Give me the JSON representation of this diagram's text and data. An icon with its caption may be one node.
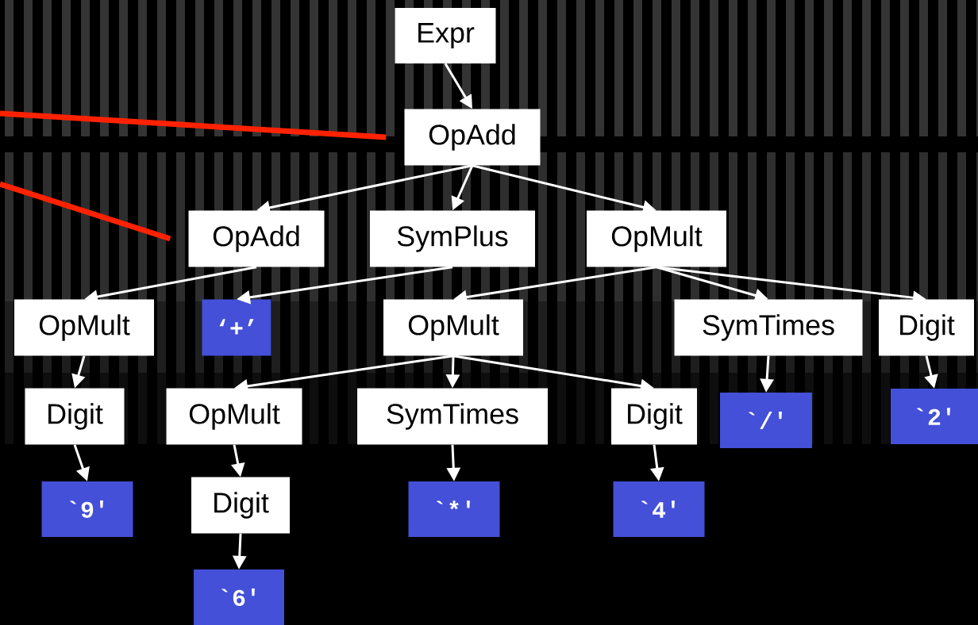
{
  "diagram": {
    "nodes": [
      {
        "text": [
          "Expr"
        ]
      },
      {
        "text": [
          "OpAdd"
        ]
      },
      {
        "text": [
          "OpAdd"
        ]
      },
      {
        "text": [
          "SymPlus"
        ]
      },
      {
        "text": [
          "OpMult"
        ]
      },
      {
        "text": [
          "OpMult"
        ]
      },
      {
        "text": [
          "‘+’"
        ]
      },
      {
        "text": [
          "OpMult"
        ]
      },
      {
        "text": [
          "SymTimes"
        ]
      },
      {
        "text": [
          "Digit"
        ]
      },
      {
        "text": [
          "Digit"
        ]
      },
      {
        "text": [
          "OpMult"
        ]
      },
      {
        "text": [
          "SymTimes"
        ]
      },
      {
        "text": [
          "Digit"
        ]
      },
      {
        "text": [
          "`/'"
        ]
      },
      {
        "text": [
          "`2'"
        ]
      },
      {
        "text": [
          "`9'"
        ]
      },
      {
        "text": [
          "Digit"
        ]
      },
      {
        "text": [
          "`*'"
        ]
      },
      {
        "text": [
          "`4'"
        ]
      },
      {
        "text": [
          "`6'"
        ]
      }
    ],
    "edges": [
      {
        "from": 0,
        "to": 1,
        "arrow": "to"
      },
      {
        "from": 1,
        "to": 2,
        "arrow": "to"
      },
      {
        "from": 1,
        "to": 3,
        "arrow": "to"
      },
      {
        "from": 1,
        "to": 4,
        "arrow": "to"
      },
      {
        "from": 2,
        "to": 5,
        "arrow": "to"
      },
      {
        "from": 3,
        "to": 6,
        "arrow": "to"
      },
      {
        "from": 4,
        "to": 7,
        "arrow": "to"
      },
      {
        "from": 4,
        "to": 8,
        "arrow": "to"
      },
      {
        "from": 4,
        "to": 9,
        "arrow": "to"
      },
      {
        "from": 5,
        "to": 10,
        "arrow": "to"
      },
      {
        "from": 7,
        "to": 11,
        "arrow": "to"
      },
      {
        "from": 7,
        "to": 12,
        "arrow": "to"
      },
      {
        "from": 7,
        "to": 13,
        "arrow": "to"
      },
      {
        "from": 8,
        "to": 14,
        "arrow": "to"
      },
      {
        "from": 9,
        "to": 15,
        "arrow": "to"
      },
      {
        "from": 10,
        "to": 16,
        "arrow": "to"
      },
      {
        "from": 11,
        "to": 17,
        "arrow": "to"
      },
      {
        "from": 12,
        "to": 18,
        "arrow": "to"
      },
      {
        "from": 13,
        "to": 19,
        "arrow": "to"
      },
      {
        "from": 17,
        "to": 20,
        "arrow": "to"
      },
      {
        "from": null,
        "to": 1,
        "arrow": "none",
        "style": "thick",
        "color": "#ff2200"
      },
      {
        "from": null,
        "to": 2,
        "arrow": "none",
        "style": "thick",
        "color": "#ff2200"
      }
    ]
  }
}
